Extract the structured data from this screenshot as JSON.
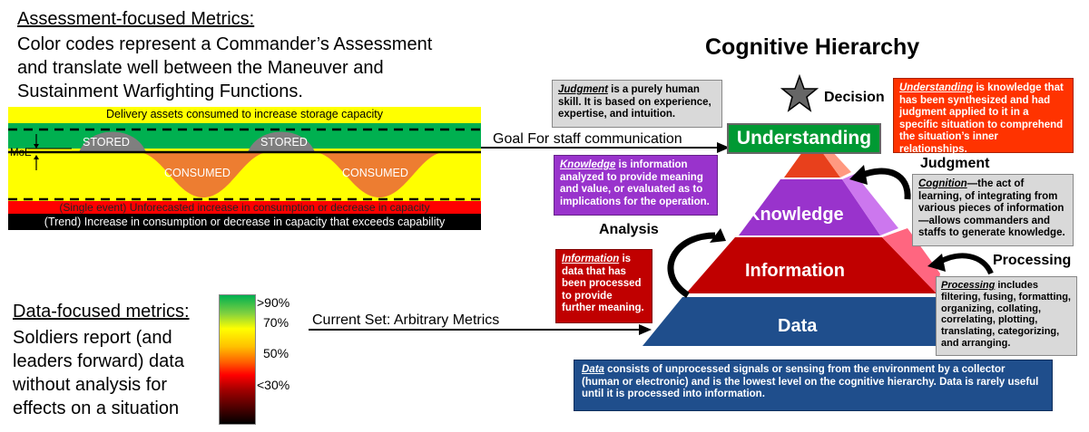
{
  "left_top": {
    "heading": "Assessment-focused Metrics:",
    "lines": [
      "Color codes represent a Commander’s Assessment",
      "and translate well between the Maneuver and",
      "Sustainment Warfighting Functions."
    ]
  },
  "band_chart": {
    "top_label": "Delivery assets consumed to increase storage capacity",
    "stored_label": "STORED",
    "consumed_label": "CONSUMED",
    "moe_label": "MoE",
    "single_event_label": "(Single event) Unforecasted increase in consumption or decrease in capacity",
    "trend_label": "(Trend) Increase in consumption or decrease in capacity that exceeds capability",
    "colors": {
      "yellow": "#ffff00",
      "green": "#00b050",
      "red": "#ff0000",
      "black": "#000000",
      "stored": "#7f7f7f",
      "consumed": "#ed7d31"
    }
  },
  "arrows": {
    "goal": "Goal For staff communication",
    "current": "Current Set: Arbitrary Metrics"
  },
  "left_bottom": {
    "heading": "Data-focused metrics:",
    "lines": [
      "Soldiers report (and",
      "leaders forward) data",
      "without analysis for",
      "effects on a situation"
    ]
  },
  "gradient_legend": {
    "labels": [
      ">90%",
      "70%",
      "50%",
      "<30%"
    ]
  },
  "hierarchy": {
    "title": "Cognitive Hierarchy",
    "decision": "Decision",
    "judgment": "Judgment",
    "analysis": "Analysis",
    "processing": "Processing",
    "levels": {
      "understanding": "Understanding",
      "knowledge": "Knowledge",
      "information": "Information",
      "data": "Data"
    },
    "boxes": {
      "judgment_term": "Judgment",
      "judgment_text": " is a purely human skill.  It is based on experience, expertise, and intuition.",
      "understanding_term": "Understanding",
      "understanding_text": " is knowledge that has been synthesized and had judgment applied to it in a specific situation to comprehend the situation’s inner relationships.",
      "knowledge_term": "Knowledge",
      "knowledge_text": " is information analyzed to provide meaning and value, or evaluated as to implications for the operation.",
      "cognition_term": "Cognition",
      "cognition_text": "—the act of learning, of integrating from various pieces of information—allows commanders and staffs to generate knowledge.",
      "information_term": "Information",
      "information_text": " is data that has been processed to provide further meaning.",
      "processing_term": "Processing",
      "processing_text": " includes filtering, fusing, formatting, organizing, collating, correlating, plotting, translating, categorizing, and arranging.",
      "data_term": "Data",
      "data_text": " consists of unprocessed signals or sensing from the environment by a collector (human or electronic) and is the lowest level on the cognitive hierarchy. Data is rarely useful until it is processed into information."
    },
    "colors": {
      "data": "#1f4e8c",
      "information": "#c00000",
      "knowledge": "#9933cc",
      "understanding_top": "#e8401c",
      "understanding_label_bg": "#009933",
      "understanding_box": "#ff3300",
      "knowledge_box": "#9933cc",
      "information_box": "#c00000",
      "data_box": "#1f4e8c",
      "gray_box": "#d9d9d9"
    }
  }
}
